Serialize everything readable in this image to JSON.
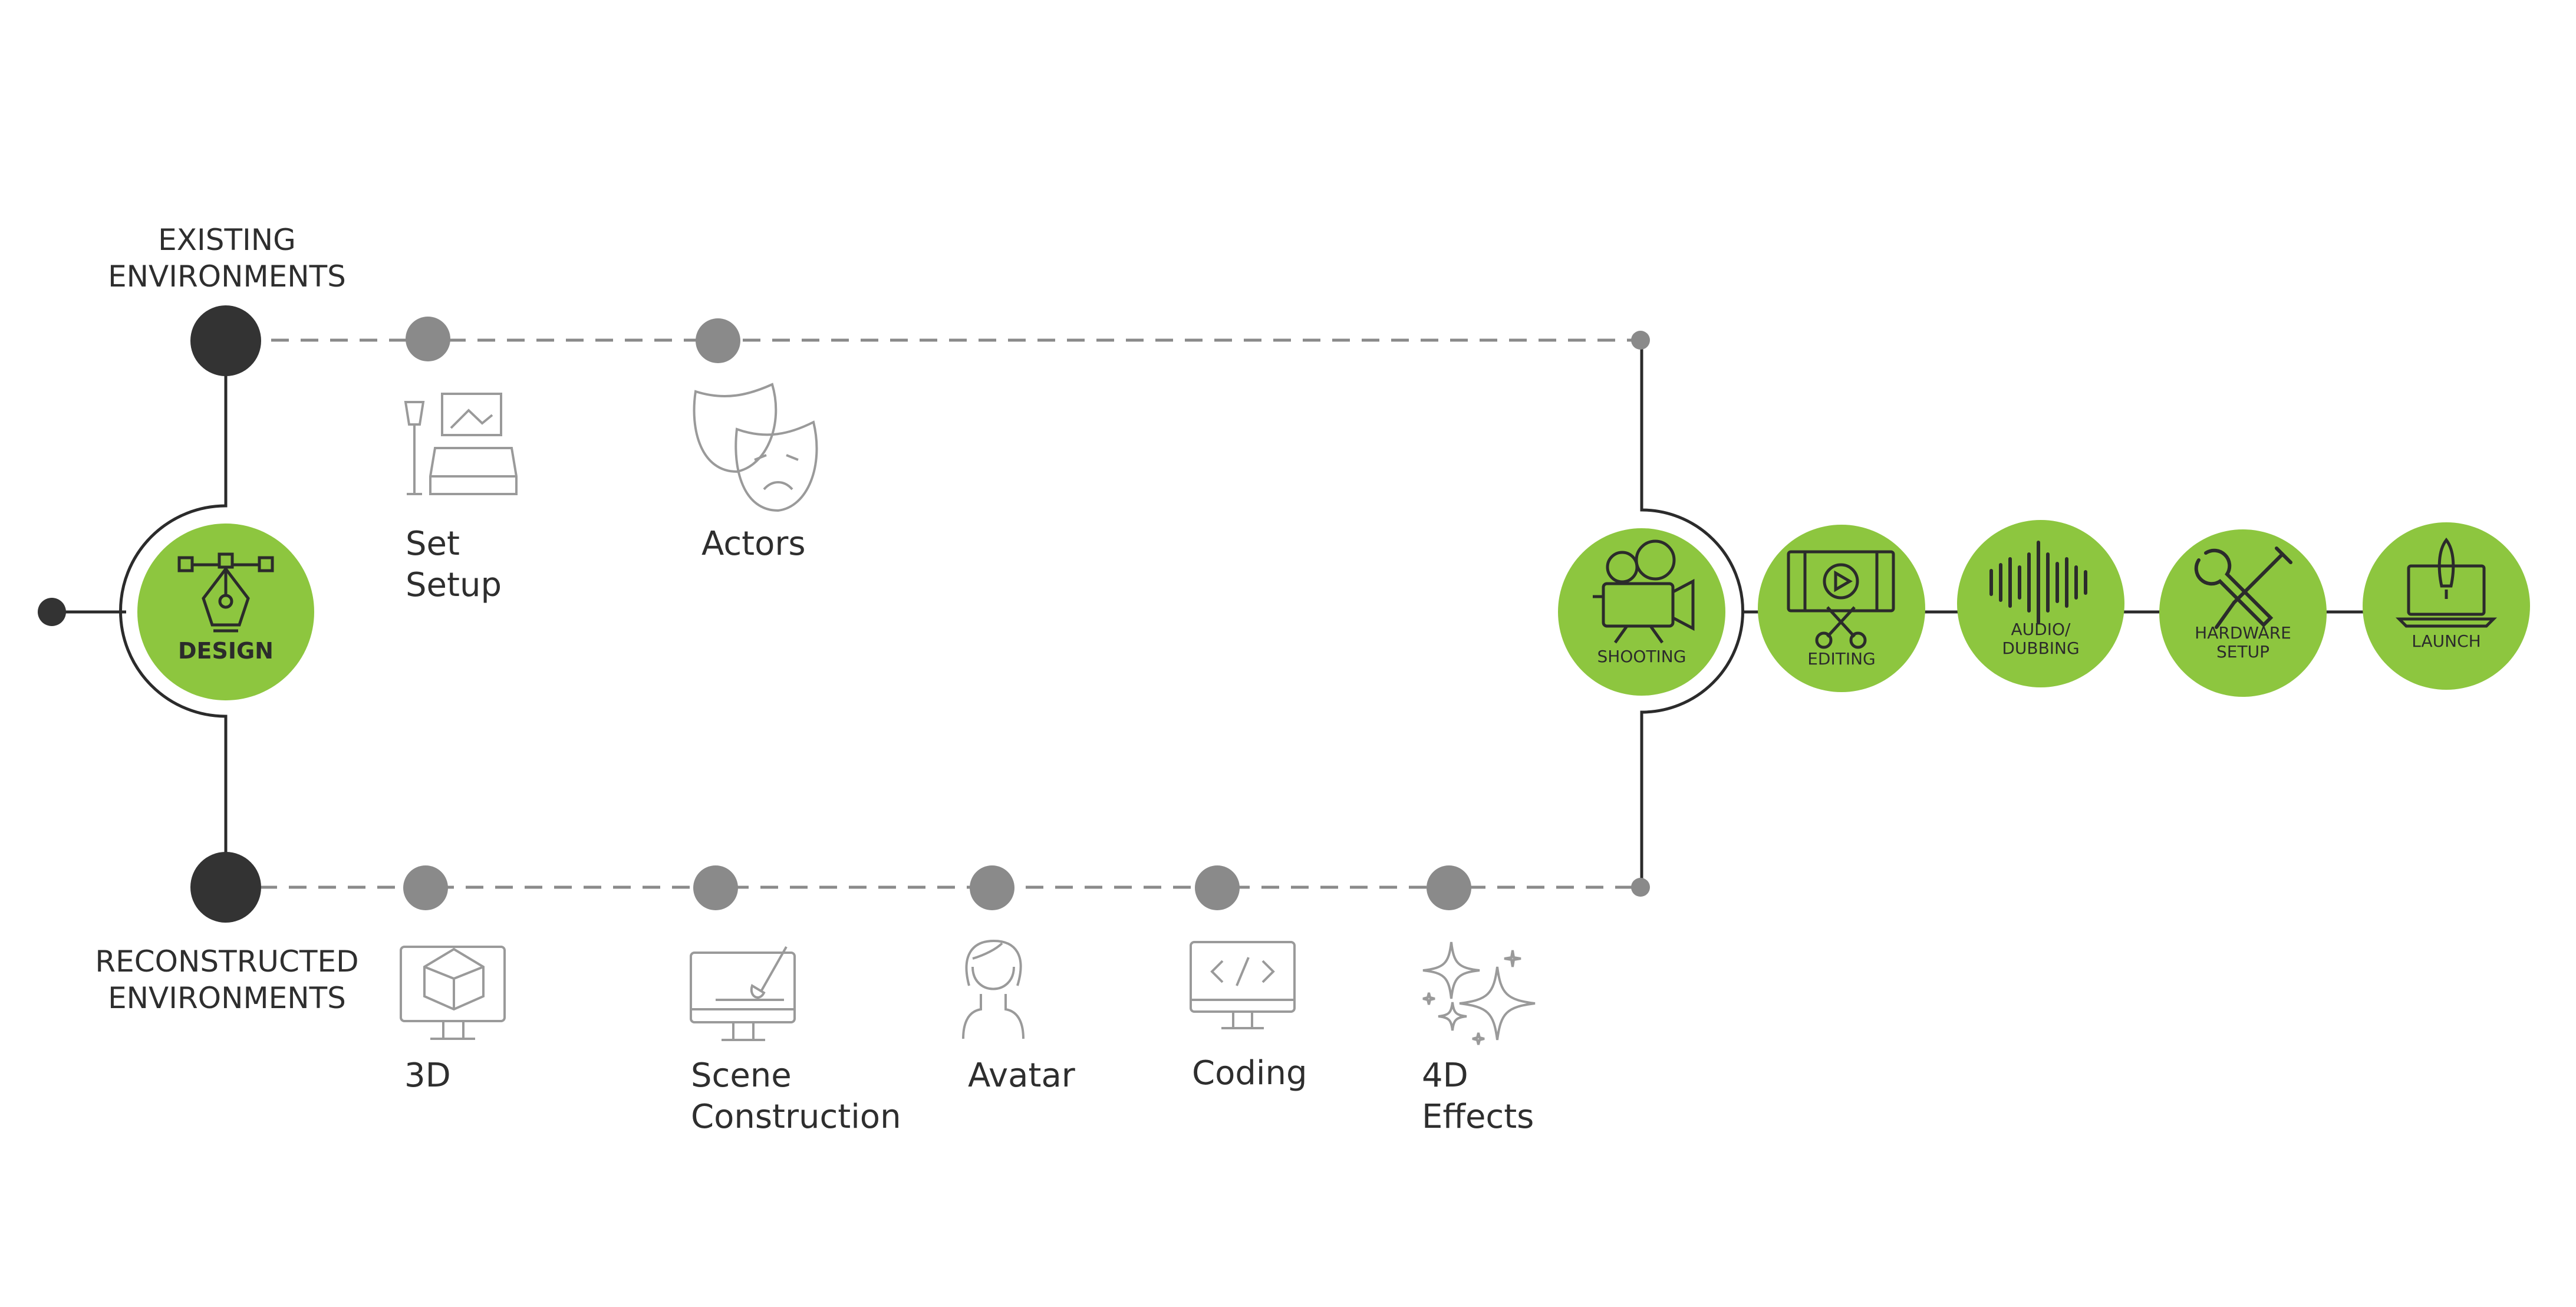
{
  "colors": {
    "accent": "#8dc63f",
    "dark": "#333333",
    "node": "#8a8a8a",
    "line": "#2b2b2b",
    "dash": "#8a8a8a",
    "icon": "#9a9a9a"
  },
  "branches": {
    "existing": "EXISTING\nENVIRONMENTS",
    "reconstructed": "RECONSTRUCTED\nENVIRONMENTS"
  },
  "design": {
    "label": "DESIGN",
    "icon": "pen-tool-icon"
  },
  "existing_steps": [
    {
      "label": "Set\nSetup",
      "icon": "set-setup-icon"
    },
    {
      "label": "Actors",
      "icon": "theater-masks-icon"
    }
  ],
  "reconstructed_steps": [
    {
      "label": "3D",
      "icon": "3d-monitor-icon"
    },
    {
      "label": "Scene\nConstruction",
      "icon": "paint-monitor-icon"
    },
    {
      "label": "Avatar",
      "icon": "avatar-icon"
    },
    {
      "label": "Coding",
      "icon": "code-monitor-icon"
    },
    {
      "label": "4D\nEffects",
      "icon": "sparkles-icon"
    }
  ],
  "stages": [
    {
      "label": "SHOOTING",
      "icon": "movie-camera-icon"
    },
    {
      "label": "EDITING",
      "icon": "film-scissors-icon"
    },
    {
      "label": "AUDIO/\nDUBBING",
      "icon": "sound-wave-icon"
    },
    {
      "label": "HARDWARE\nSETUP",
      "icon": "wrench-screwdriver-icon"
    },
    {
      "label": "LAUNCH",
      "icon": "rocket-laptop-icon"
    }
  ]
}
